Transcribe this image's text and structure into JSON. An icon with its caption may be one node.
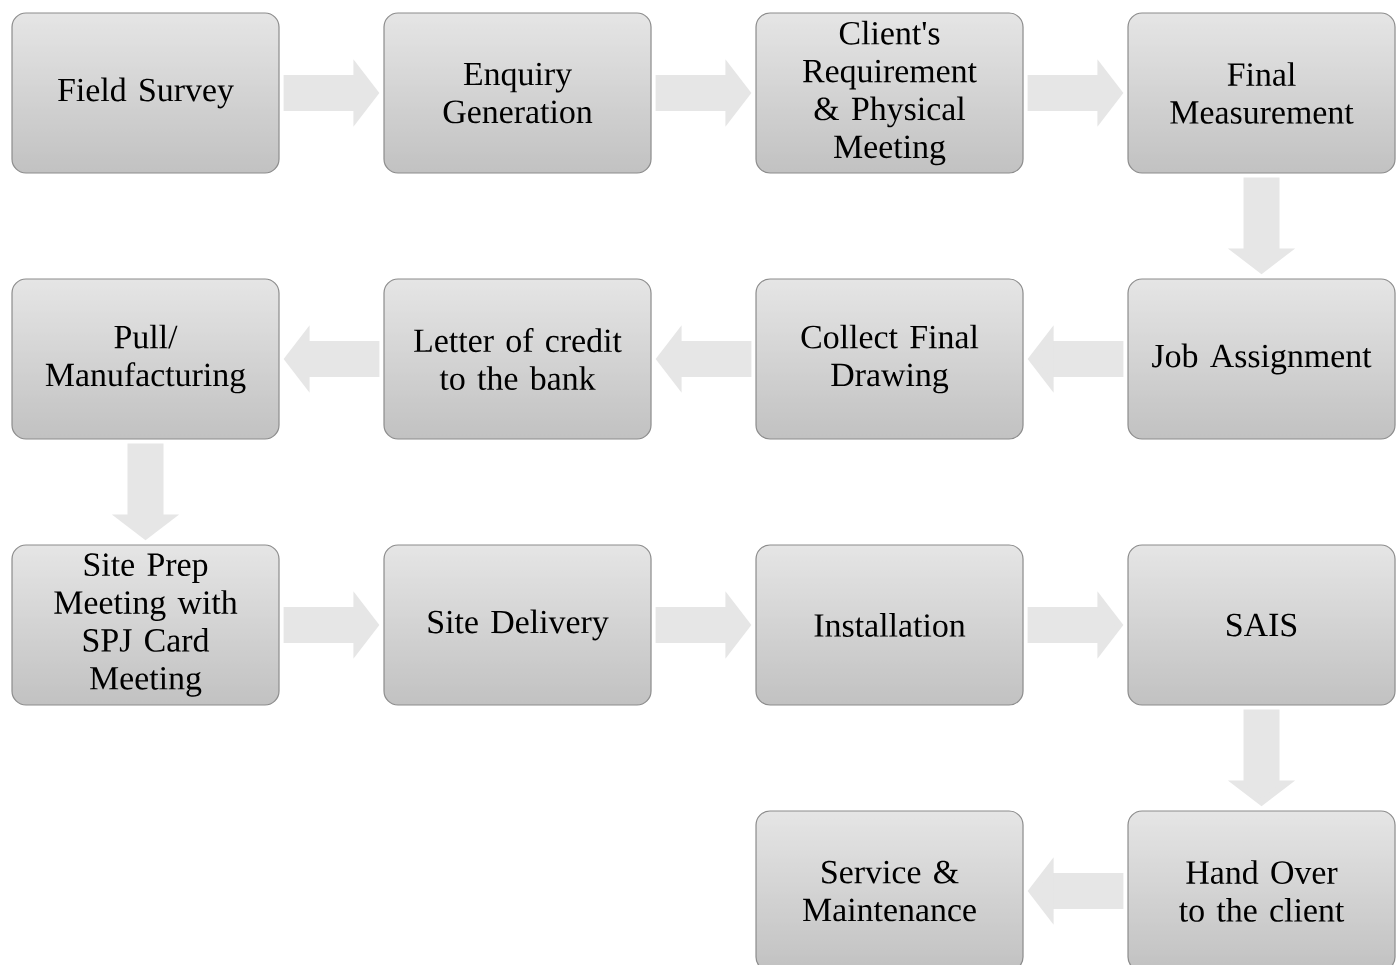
{
  "diagram": {
    "nodes": [
      {
        "text": [
          "Field Survey"
        ]
      },
      {
        "text": [
          "Enquiry Generation"
        ]
      },
      {
        "text": [
          "Client's Requirement & Physical Meeting"
        ]
      },
      {
        "text": [
          "Final Measurement"
        ]
      },
      {
        "text": [
          "Pull/ Manufacturing"
        ]
      },
      {
        "text": [
          "Letter of credit to the bank"
        ]
      },
      {
        "text": [
          "Collect Final Drawing"
        ]
      },
      {
        "text": [
          "Job Assignment"
        ]
      },
      {
        "text": [
          "Site Prep Meeting with SPJ Card Meeting"
        ]
      },
      {
        "text": [
          "Site Delivery"
        ]
      },
      {
        "text": [
          "Installation"
        ]
      },
      {
        "text": [
          "SAIS"
        ]
      },
      {
        "text": [
          "Service & Maintenance"
        ]
      },
      {
        "text": [
          "Hand Over to the client"
        ]
      }
    ],
    "edges": [
      {
        "from": 0,
        "to": 1,
        "arrow": "to"
      },
      {
        "from": 1,
        "to": 2,
        "arrow": "to"
      },
      {
        "from": 2,
        "to": 3,
        "arrow": "to"
      },
      {
        "from": 3,
        "to": 7,
        "arrow": "to"
      },
      {
        "from": 7,
        "to": 6,
        "arrow": "to"
      },
      {
        "from": 6,
        "to": 5,
        "arrow": "to"
      },
      {
        "from": 5,
        "to": 4,
        "arrow": "to"
      },
      {
        "from": 4,
        "to": 8,
        "arrow": "to"
      },
      {
        "from": 8,
        "to": 9,
        "arrow": "to"
      },
      {
        "from": 9,
        "to": 10,
        "arrow": "to"
      },
      {
        "from": 10,
        "to": 11,
        "arrow": "to"
      },
      {
        "from": 11,
        "to": 13,
        "arrow": "to"
      },
      {
        "from": 13,
        "to": 12,
        "arrow": "to"
      }
    ]
  }
}
